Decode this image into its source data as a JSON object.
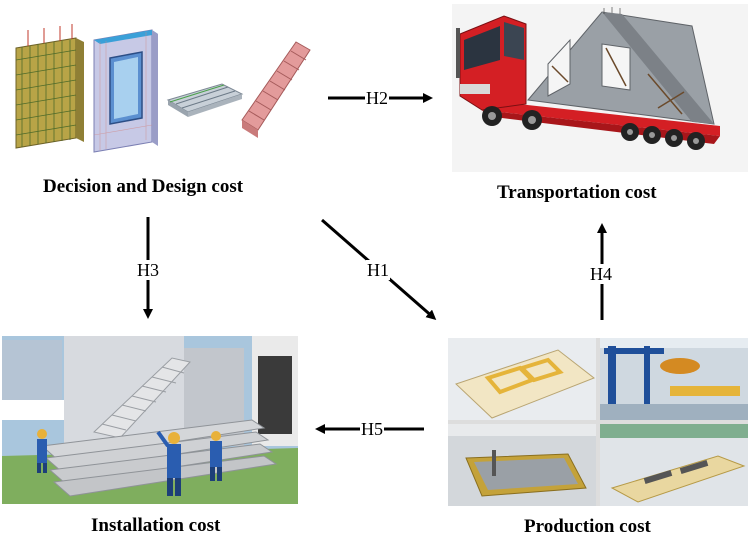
{
  "nodes": {
    "design": {
      "label": "Decision and Design cost"
    },
    "transport": {
      "label": "Transportation cost"
    },
    "installation": {
      "label": "Installation cost"
    },
    "production": {
      "label": "Production cost"
    }
  },
  "edges": [
    {
      "id": "h1",
      "label": "H1",
      "from": "design",
      "to": "production"
    },
    {
      "id": "h2",
      "label": "H2",
      "from": "design",
      "to": "transport"
    },
    {
      "id": "h3",
      "label": "H3",
      "from": "design",
      "to": "installation"
    },
    {
      "id": "h4",
      "label": "H4",
      "from": "production",
      "to": "transport"
    },
    {
      "id": "h5",
      "label": "H5",
      "from": "production",
      "to": "installation"
    }
  ],
  "colors": {
    "truck_red": "#d41f24",
    "panel_grey": "#9aa0a6",
    "worker_blue": "#2a5db0",
    "grass_green": "#7fae5e",
    "sky_blue": "#a9c6dd",
    "mould_yellow": "#e5b43a"
  }
}
